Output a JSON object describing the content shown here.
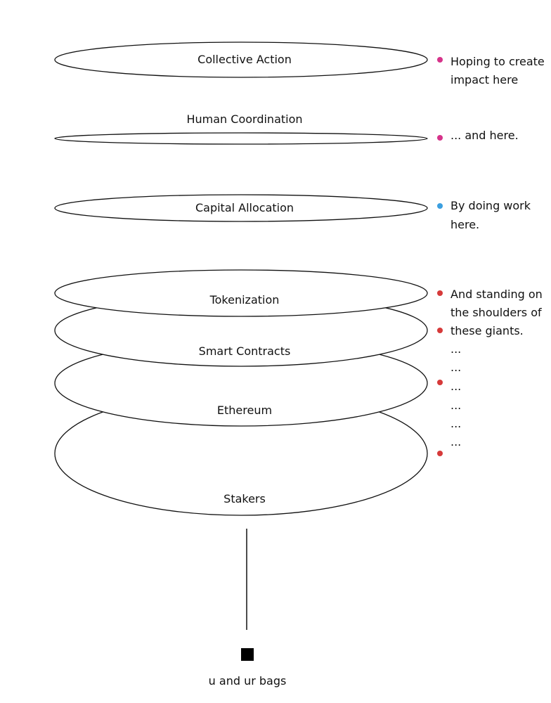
{
  "layers": [
    {
      "id": "stakers",
      "label": "Stakers"
    },
    {
      "id": "ethereum",
      "label": "Ethereum"
    },
    {
      "id": "smart-contracts",
      "label": "Smart Contracts"
    },
    {
      "id": "tokenization",
      "label": "Tokenization"
    },
    {
      "id": "capital-allocation",
      "label": "Capital Allocation"
    },
    {
      "id": "human-coordination",
      "label": "Human Coordination"
    },
    {
      "id": "collective-action",
      "label": "Collective Action"
    }
  ],
  "notes": {
    "collective_action": [
      "Hoping to create",
      "impact here"
    ],
    "human_coordination": [
      "... and here."
    ],
    "capital_allocation": [
      "By doing work",
      "here."
    ],
    "giants": [
      "And standing on",
      "the shoulders of",
      "these giants."
    ],
    "ellipsis_lines": [
      "...",
      "...",
      "...",
      "...",
      "...",
      "..."
    ]
  },
  "bullet_colors": {
    "magenta": "#d6338a",
    "blue": "#3b9fe0",
    "red": "#d63a3a"
  },
  "owner": {
    "label": "u and ur bags"
  }
}
